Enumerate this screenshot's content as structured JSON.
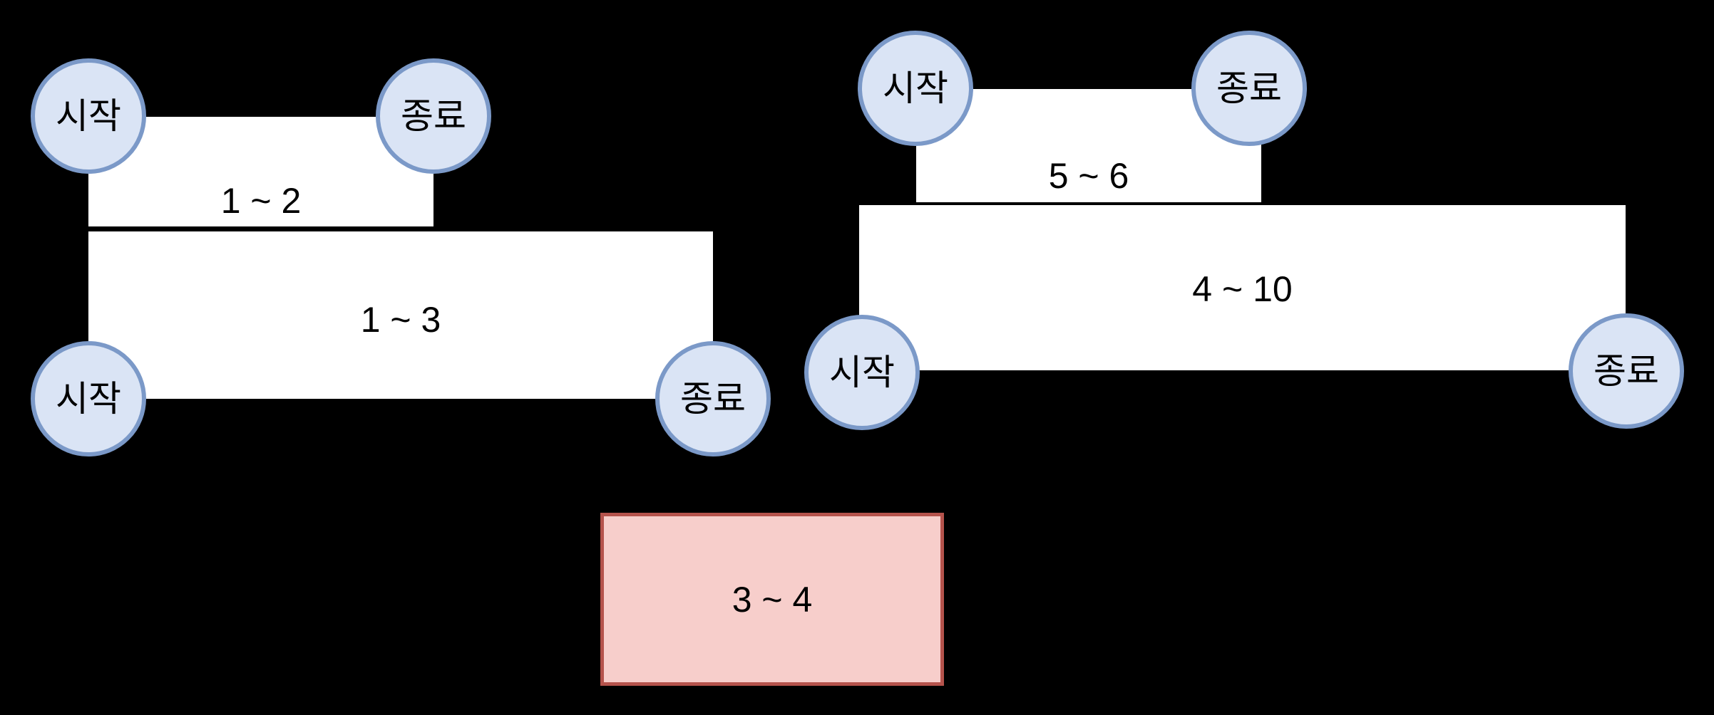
{
  "diagram": {
    "background": "#000000",
    "colors": {
      "interval_fill": "#ffffff",
      "highlight_fill": "#f7cecb",
      "highlight_border": "#b5534c",
      "node_fill": "#dae4f5",
      "node_border": "#7b99c8",
      "text": "#000000"
    },
    "node_labels": {
      "start": "시작",
      "end": "종료"
    },
    "intervals": {
      "left_top": {
        "label": "1 ~ 2"
      },
      "left_bottom": {
        "label": "1 ~ 3"
      },
      "right_top": {
        "label": "5 ~ 6"
      },
      "right_bottom": {
        "label": "4 ~ 10"
      },
      "highlight": {
        "label": "3 ~ 4"
      }
    }
  }
}
